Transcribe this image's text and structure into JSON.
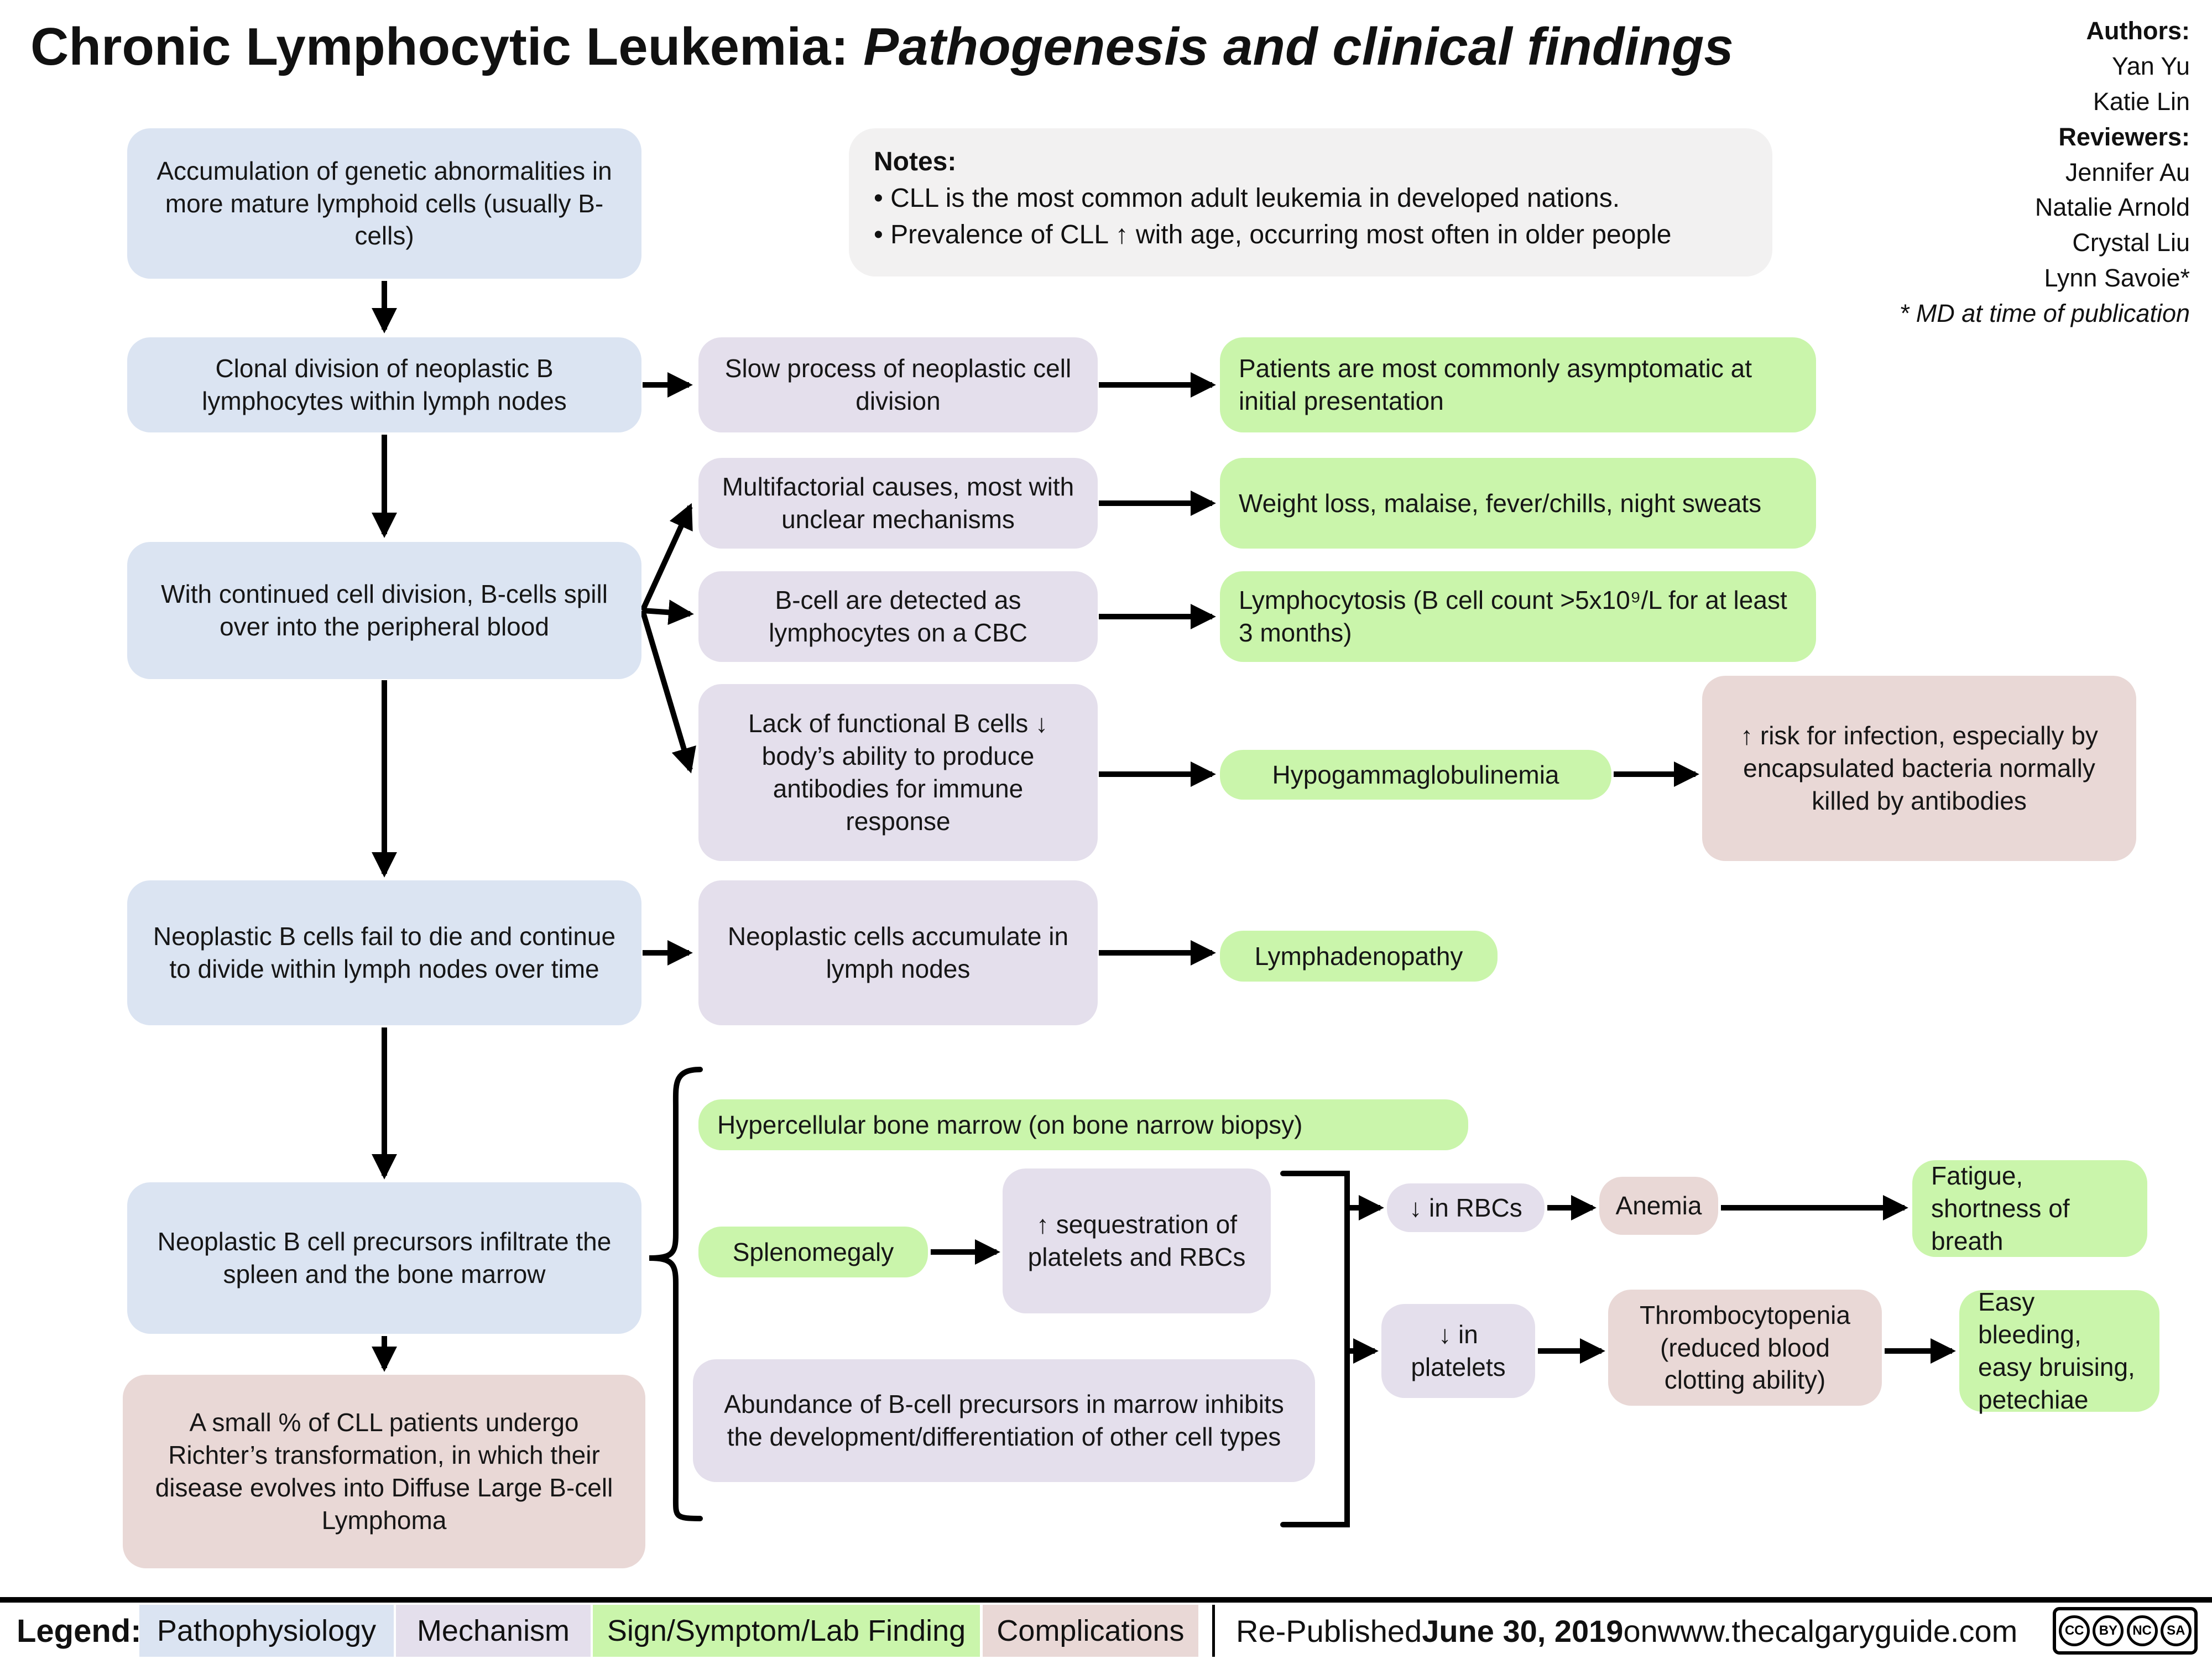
{
  "title": {
    "prefix": "Chronic Lymphocytic Leukemia: ",
    "suffix": "Pathogenesis and clinical findings"
  },
  "credits": {
    "authors_label": "Authors:",
    "authors": [
      "Yan Yu",
      "Katie Lin"
    ],
    "reviewers_label": "Reviewers:",
    "reviewers": [
      "Jennifer Au",
      "Natalie Arnold",
      "Crystal Liu",
      "Lynn Savoie*"
    ],
    "footnote": "* MD at time of publication"
  },
  "notes": {
    "heading": "Notes:",
    "items": [
      "•  CLL is the most common adult leukemia in developed nations.",
      "•  Prevalence of CLL ↑ with age, occurring most often in older people"
    ]
  },
  "nodes": {
    "acc": "Accumulation of genetic abnormalities in more mature lymphoid cells (usually B-cells)",
    "clonal": "Clonal division of neoplastic B lymphocytes within lymph nodes",
    "spill": "With continued cell division, B-cells spill over into the peripheral blood",
    "fail": "Neoplastic B cells fail to die and continue to divide within lymph nodes over time",
    "infiltrate": "Neoplastic B cell precursors infiltrate the spleen and the bone marrow",
    "richter": "A small % of CLL patients undergo Richter’s transformation, in which their disease evolves into Diffuse Large B-cell Lymphoma",
    "slow": "Slow process of neoplastic cell division",
    "multi": "Multifactorial causes, most with unclear mechanisms",
    "cbc": "B-cell are detected as lymphocytes on a CBC",
    "lack": "Lack of functional B cells ↓ body’s ability to produce antibodies for immune response",
    "accumulate": "Neoplastic cells accumulate in lymph nodes",
    "asympt": "Patients are most commonly asymptomatic at initial presentation",
    "weight": "Weight loss, malaise, fever/chills, night sweats",
    "lympho": "Lymphocytosis (B cell count >5x10⁹/L for at least 3 months)",
    "hypogamma": "Hypogammaglobulinemia",
    "lymphaden": "Lymphadenopathy",
    "infect": "↑ risk for infection, especially by encapsulated bacteria normally killed by antibodies",
    "hyper": "Hypercellular bone marrow (on bone narrow biopsy)",
    "spleno": "Splenomegaly",
    "sequest": "↑ sequestration of platelets and RBCs",
    "rbc": "↓ in RBCs",
    "plate": "↓ in platelets",
    "anemia": "Anemia",
    "thrombo": "Thrombocytopenia (reduced blood clotting ability)",
    "fatigue": "Fatigue, shortness of breath",
    "bleeding": "Easy bleeding, easy bruising, petechiae",
    "abundance": "Abundance of B-cell precursors in marrow inhibits the development/differentiation of other cell types"
  },
  "legend": {
    "label": "Legend:",
    "items": [
      {
        "label": "Pathophysiology",
        "color": "#dbe4f2"
      },
      {
        "label": "Mechanism",
        "color": "#e4dfec"
      },
      {
        "label": "Sign/Symptom/Lab Finding",
        "color": "#caf5ab"
      },
      {
        "label": "Complications",
        "color": "#e9d8d6"
      }
    ]
  },
  "footer": {
    "republished_prefix": "Re-Published ",
    "date": "June 30, 2019",
    "republished_mid": " on ",
    "site": "www.thecalgaryguide.com",
    "cc": [
      "CC",
      "BY",
      "NC",
      "SA"
    ]
  },
  "colors": {
    "pathophysiology": "#dbe4f2",
    "mechanism": "#e4dfec",
    "sign_symptom_lab": "#caf5ab",
    "complications": "#e9d8d6",
    "notes_background": "#f2f1f1",
    "arrow": "#000000"
  }
}
